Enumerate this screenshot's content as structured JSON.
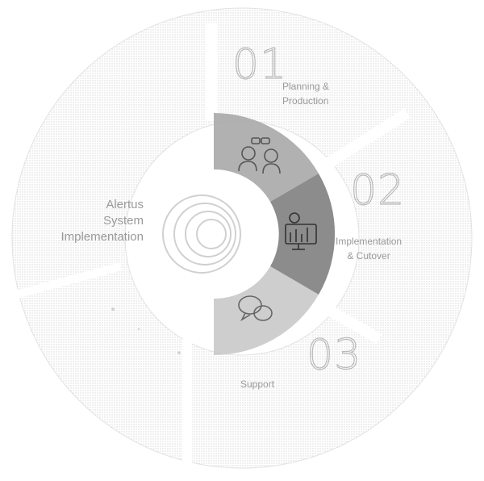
{
  "diagram": {
    "title_lines": [
      "Alertus",
      "System",
      "Implementation"
    ],
    "steps": [
      {
        "number": "01",
        "label_lines": [
          "Planning &",
          "Production"
        ],
        "icon": "people-conversation-icon",
        "fill": "#a8a8a8"
      },
      {
        "number": "02",
        "label_lines": [
          "Implementation",
          "& Cutover"
        ],
        "icon": "monitor-presentation-icon",
        "fill": "#7f7f7f"
      },
      {
        "number": "03",
        "label_lines": [
          "Support"
        ],
        "icon": "support-chat-icon",
        "fill": "#c9c9c9"
      }
    ],
    "colors": {
      "outer_ring": "#ececec",
      "outer_ring_stroke": "#d7d7d7",
      "text": "#9a9a9a",
      "number_outline": "#b9b9b9"
    }
  }
}
